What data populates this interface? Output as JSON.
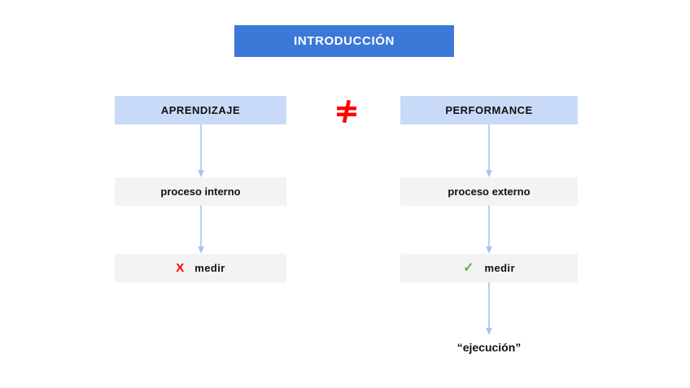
{
  "slide": {
    "title": "INTRODUCCIÓN",
    "title_bg": "#3c78d8",
    "title_color": "#ffffff",
    "background": "#ffffff"
  },
  "colors": {
    "header_box": "#c9daf8",
    "process_box": "#f3f3f3",
    "arrow": "#a4c2f4",
    "negative": "#ff0000",
    "positive": "#6aa84f",
    "text": "#111111"
  },
  "columns": [
    {
      "id": "aprendizaje",
      "header": "APRENDIZAJE",
      "process": "proceso interno",
      "measure": {
        "marker": "cross-icon",
        "marker_glyph": "X",
        "label": "medir",
        "state": "no"
      },
      "outcome": null
    },
    {
      "id": "performance",
      "header": "PERFORMANCE",
      "process": "proceso externo",
      "measure": {
        "marker": "check-icon",
        "marker_glyph": "✓",
        "label": "medir",
        "state": "yes"
      },
      "outcome": "“ejecución”"
    }
  ],
  "relation": {
    "symbol": "not-equal-icon",
    "glyph": "≠",
    "color": "#ff0000"
  }
}
